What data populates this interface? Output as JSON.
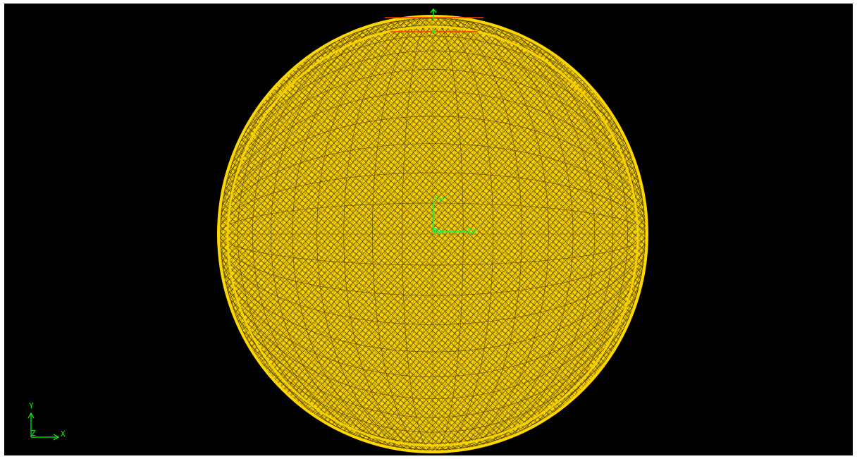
{
  "viewport": {
    "background": "#000000"
  },
  "model": {
    "mesh_color": "#ffd700",
    "mesh_shadow_color": "#3a2f00",
    "edge_highlight_color": "#ff3300",
    "marker_color": "#00ff00"
  },
  "local_csys": {
    "x_label": "Xw",
    "y_label": "Yw",
    "origin_label": "Zw",
    "color": "#00ff66"
  },
  "view_triad": {
    "x_label": "X",
    "y_label": "Y",
    "z_label": "Z",
    "color": "#00ff00"
  }
}
